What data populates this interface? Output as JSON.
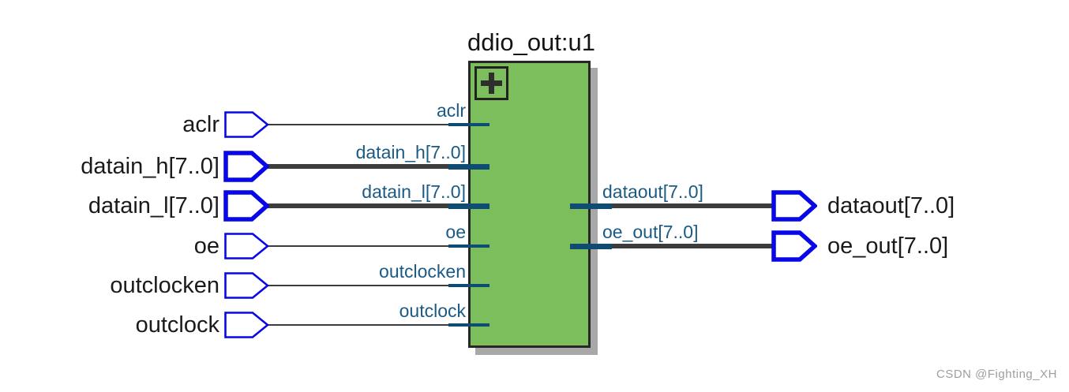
{
  "diagram": {
    "title": "ddio_out:u1",
    "block_instance": "ddio_out:u1",
    "watermark": "CSDN @Fighting_XH",
    "colors": {
      "block_fill": "#7CBE5B",
      "block_border": "#272727",
      "block_shadow": "#A8A8A8",
      "pin_outline": "#0707E8",
      "wire": "#3C3C3C",
      "wire_stub": "#0E4C74",
      "port_label_text": "#1A5A85",
      "label_text": "#1A1A1A",
      "watermark_text": "#9E9E9E"
    },
    "inputs": [
      {
        "label": "aclr",
        "port": "aclr",
        "bus": false
      },
      {
        "label": "datain_h[7..0]",
        "port": "datain_h[7..0]",
        "bus": true
      },
      {
        "label": "datain_l[7..0]",
        "port": "datain_l[7..0]",
        "bus": true
      },
      {
        "label": "oe",
        "port": "oe",
        "bus": false
      },
      {
        "label": "outclocken",
        "port": "outclocken",
        "bus": false
      },
      {
        "label": "outclock",
        "port": "outclock",
        "bus": false
      }
    ],
    "outputs": [
      {
        "label": "dataout[7..0]",
        "port": "dataout[7..0]",
        "bus": true
      },
      {
        "label": "oe_out[7..0]",
        "port": "oe_out[7..0]",
        "bus": true
      }
    ]
  }
}
